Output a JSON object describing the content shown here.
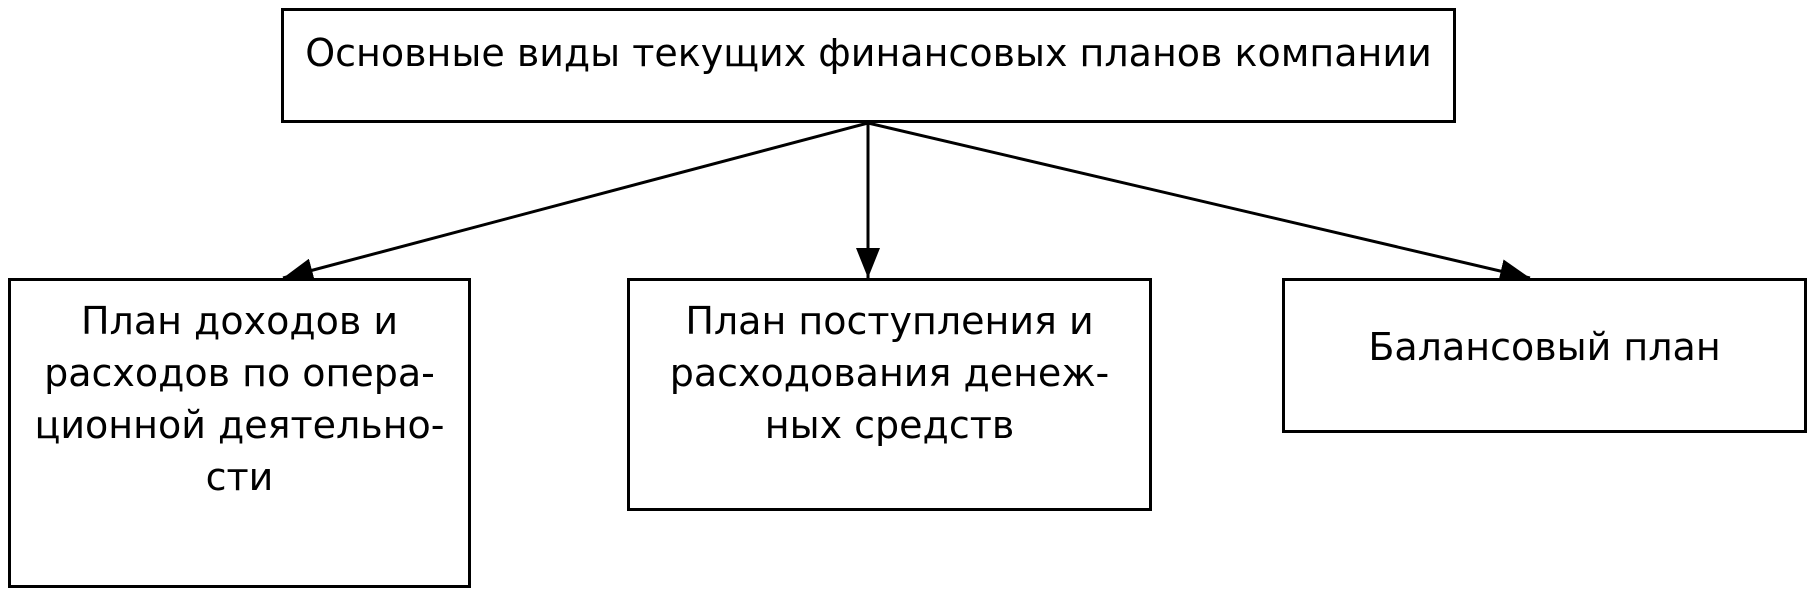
{
  "diagram": {
    "title": "Основные виды текущих финансовых планов компании",
    "boxes": [
      {
        "lines": [
          "План доходов и",
          "расходов по опера-",
          "ционной деятельно-",
          "сти"
        ]
      },
      {
        "lines": [
          "План поступления и",
          "расходования денеж-",
          "ных средств"
        ]
      },
      {
        "lines": [
          "Балансовый план"
        ]
      }
    ]
  }
}
